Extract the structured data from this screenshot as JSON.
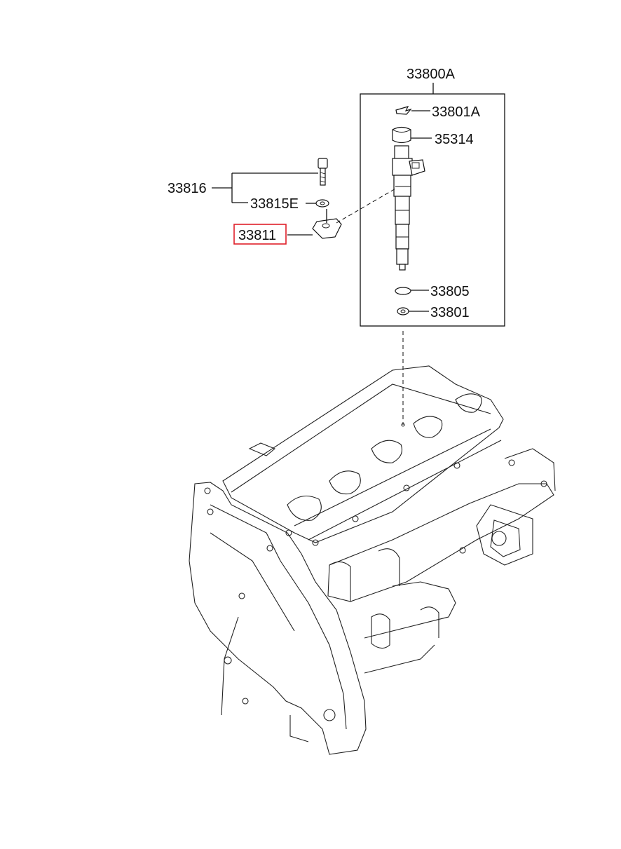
{
  "labels": {
    "assembly": "33800A",
    "clip": "33801A",
    "holder": "35314",
    "group_bolt_washer": "33816",
    "washer": "33815E",
    "clamp": "33811",
    "o_ring": "33805",
    "seal_washer": "33801"
  },
  "highlight": {
    "part": "33811",
    "color": "#e0202a"
  }
}
